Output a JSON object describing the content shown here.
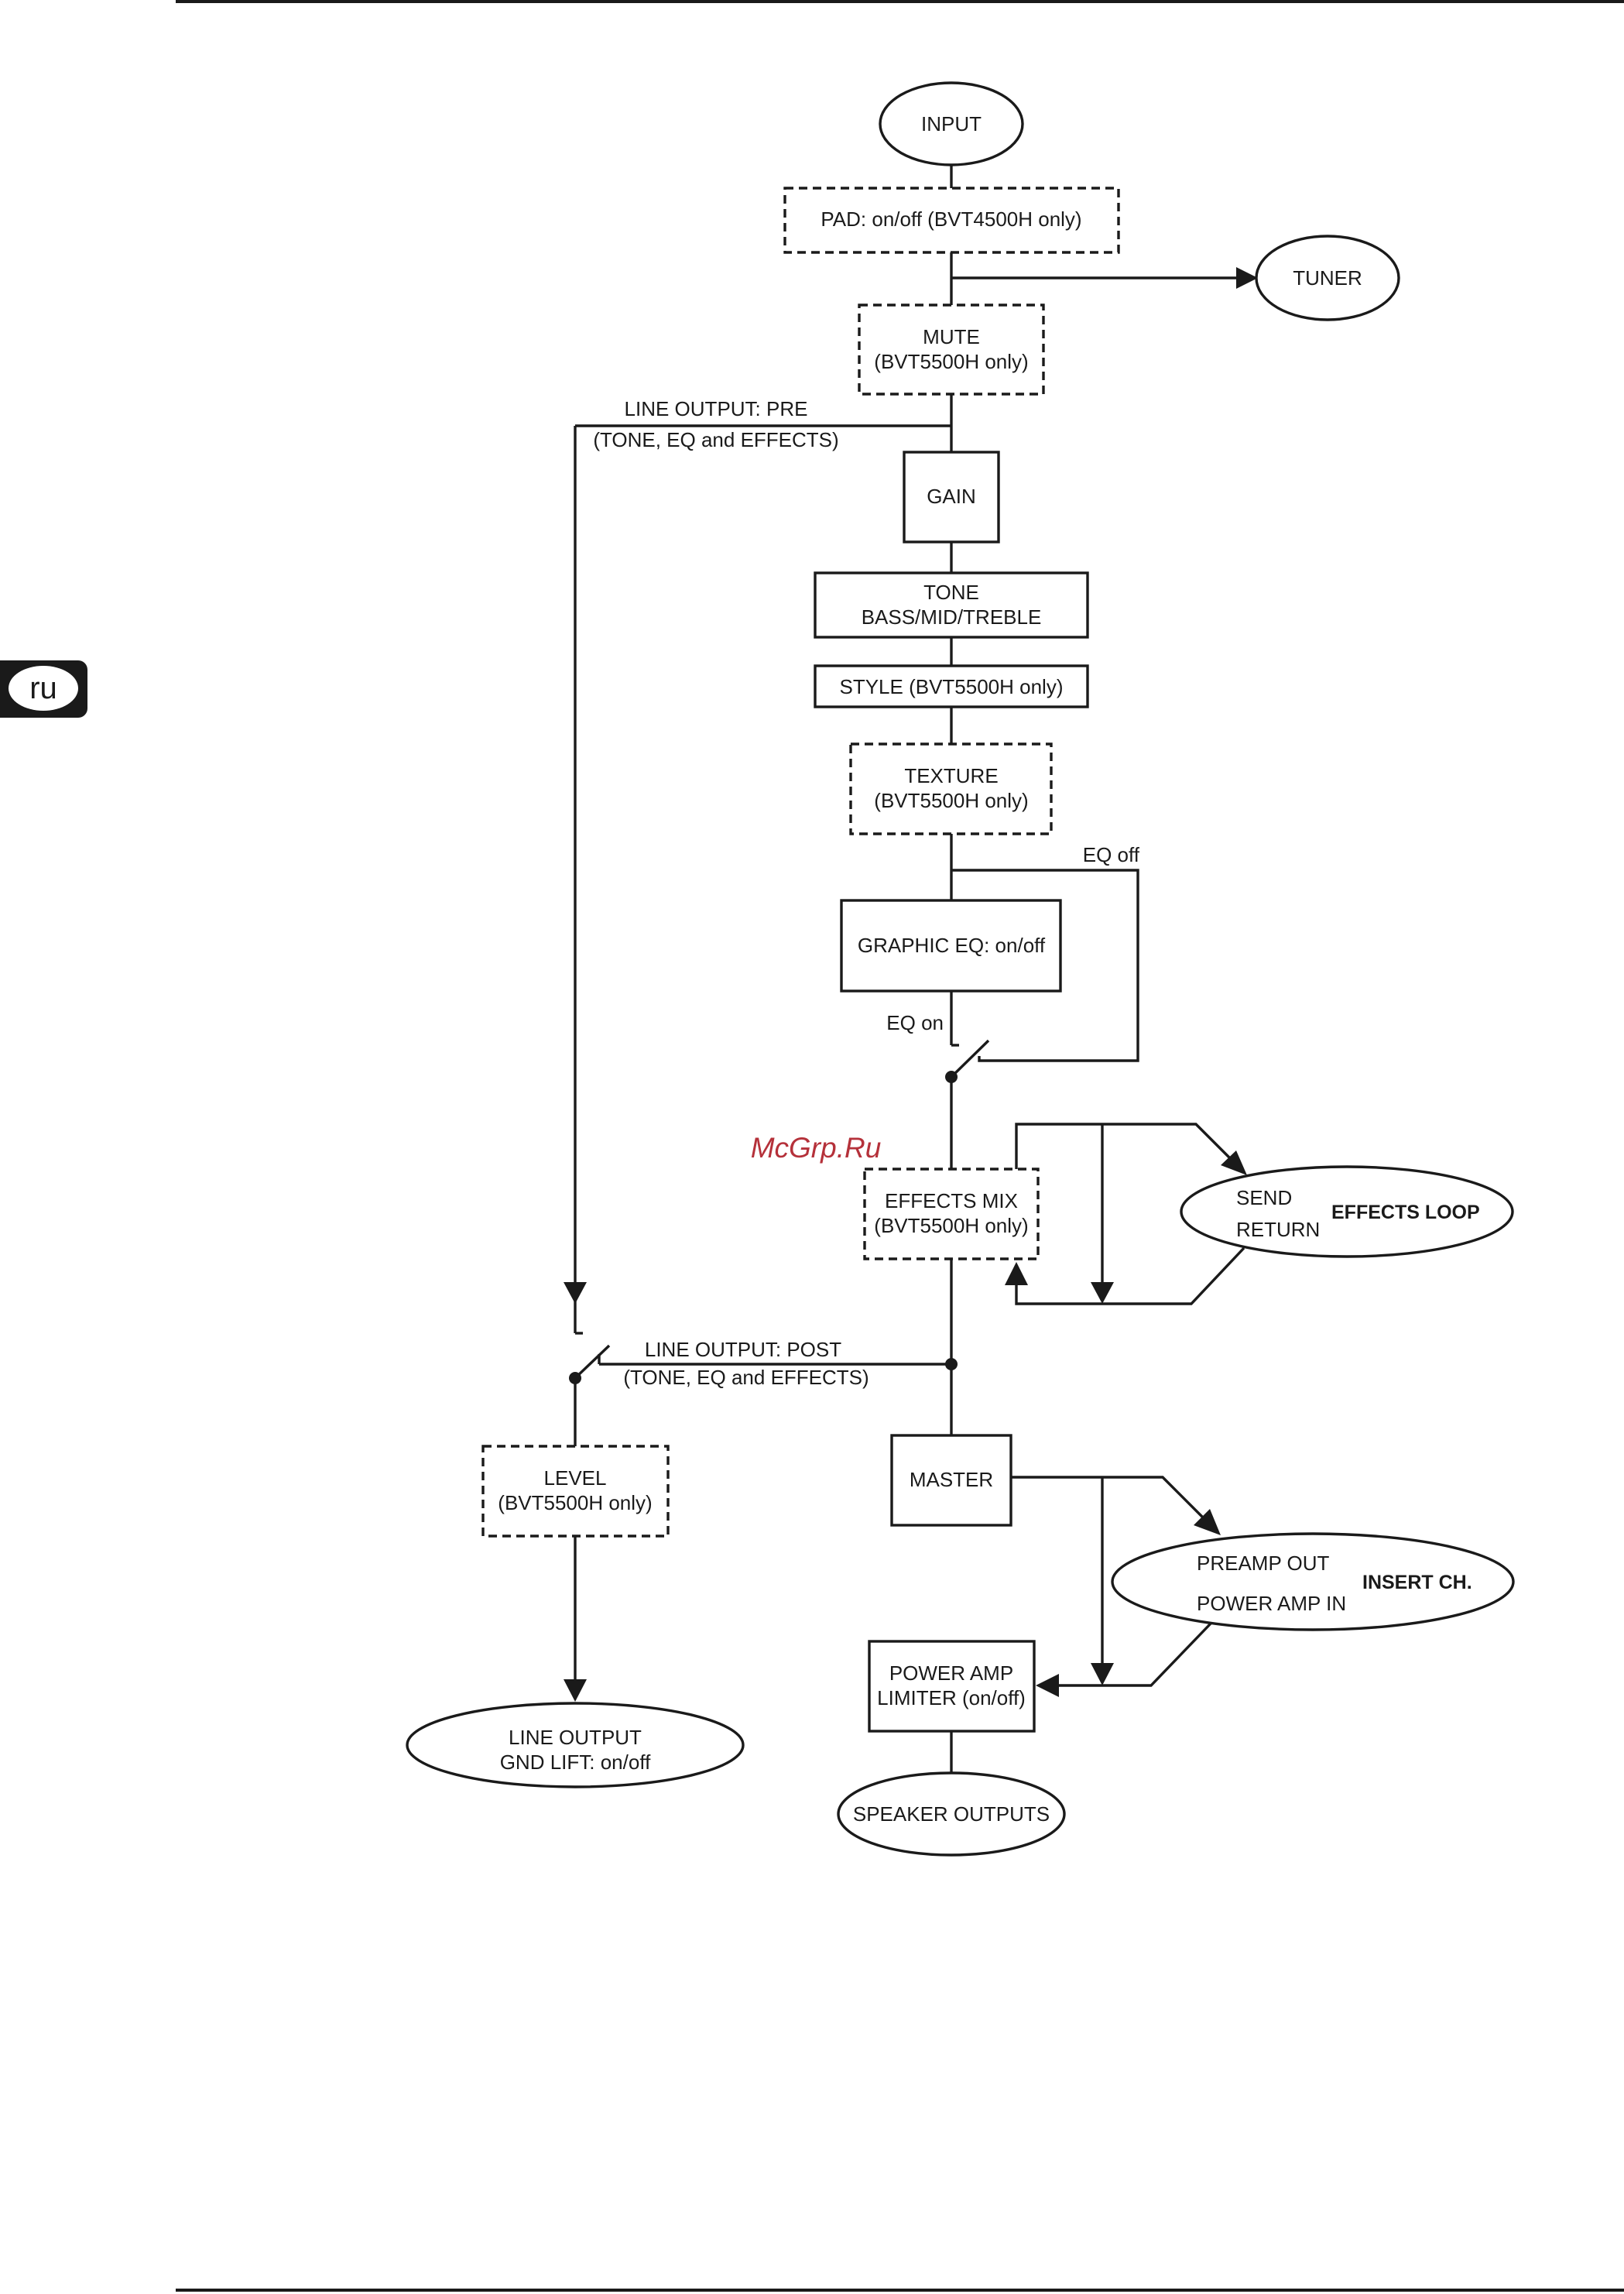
{
  "language_tab": "ru",
  "watermark": "McGrp.Ru",
  "nodes": {
    "input": [
      "INPUT"
    ],
    "pad": [
      "PAD: on/off (BVT4500H only)"
    ],
    "tuner": [
      "TUNER"
    ],
    "mute": [
      "MUTE",
      "(BVT5500H only)"
    ],
    "gain": [
      "GAIN"
    ],
    "tone": [
      "TONE",
      "BASS/MID/TREBLE"
    ],
    "style": [
      "STYLE (BVT5500H only)"
    ],
    "texture": [
      "TEXTURE",
      "(BVT5500H only)"
    ],
    "graphic_eq": [
      "GRAPHIC EQ: on/off"
    ],
    "effects_mix": [
      "EFFECTS MIX",
      "(BVT5500H only)"
    ],
    "effects_loop": {
      "send": "SEND",
      "return": "RETURN",
      "label": "EFFECTS LOOP"
    },
    "master": [
      "MASTER"
    ],
    "insert_ch": {
      "preamp_out": "PREAMP OUT",
      "power_amp_in": "POWER AMP IN",
      "label": "INSERT CH."
    },
    "power_amp": [
      "POWER AMP",
      "LIMITER (on/off)"
    ],
    "speaker_outputs": [
      "SPEAKER OUTPUTS"
    ],
    "level": [
      "LEVEL",
      "(BVT5500H only)"
    ],
    "line_output": [
      "LINE OUTPUT",
      "GND LIFT: on/off"
    ]
  },
  "labels": {
    "line_output_pre": [
      "LINE OUTPUT: PRE",
      "(TONE, EQ and EFFECTS)"
    ],
    "line_output_post": [
      "LINE OUTPUT: POST",
      "(TONE, EQ and EFFECTS)"
    ],
    "eq_off": "EQ off",
    "eq_on": "EQ on"
  }
}
